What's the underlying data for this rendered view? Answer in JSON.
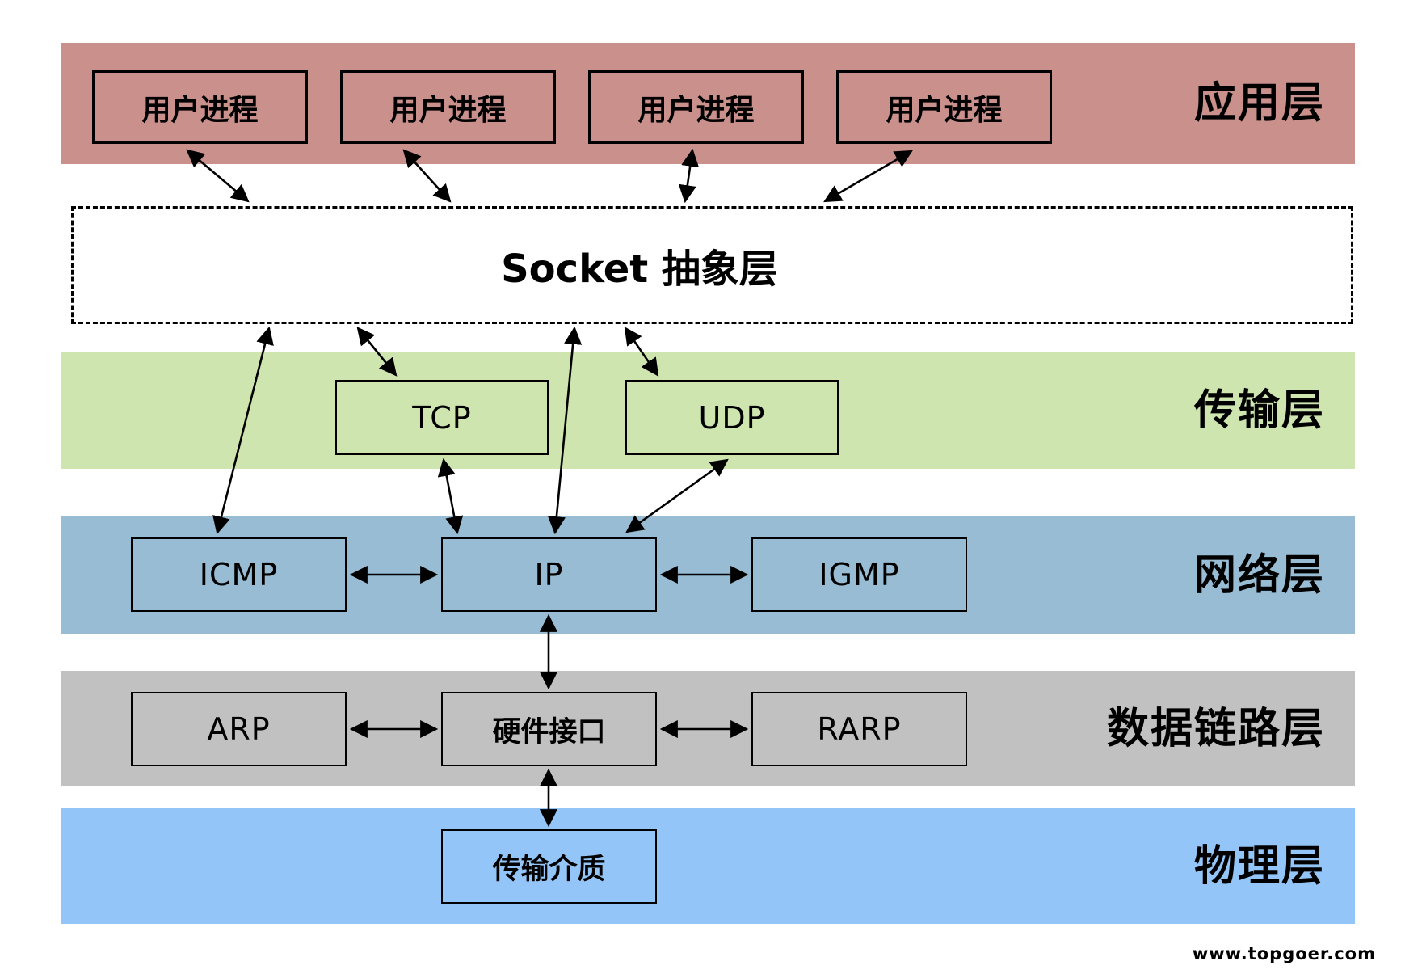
{
  "layers": {
    "application": {
      "label": "应用层",
      "color": "#c9908c",
      "processes": [
        "用户进程",
        "用户进程",
        "用户进程",
        "用户进程"
      ]
    },
    "socket": {
      "label": "Socket 抽象层"
    },
    "transport": {
      "label": "传输层",
      "color": "#cee5b0",
      "protocols": [
        "TCP",
        "UDP"
      ]
    },
    "network": {
      "label": "网络层",
      "color": "#97bcd4",
      "protocols": [
        "ICMP",
        "IP",
        "IGMP"
      ]
    },
    "datalink": {
      "label": "数据链路层",
      "color": "#c1c1c1",
      "protocols": [
        "ARP",
        "硬件接口",
        "RARP"
      ]
    },
    "physical": {
      "label": "物理层",
      "color": "#93c5f8",
      "protocols": [
        "传输介质"
      ]
    }
  },
  "watermark": "www.topgoer.com",
  "arrow_color": "#000000"
}
